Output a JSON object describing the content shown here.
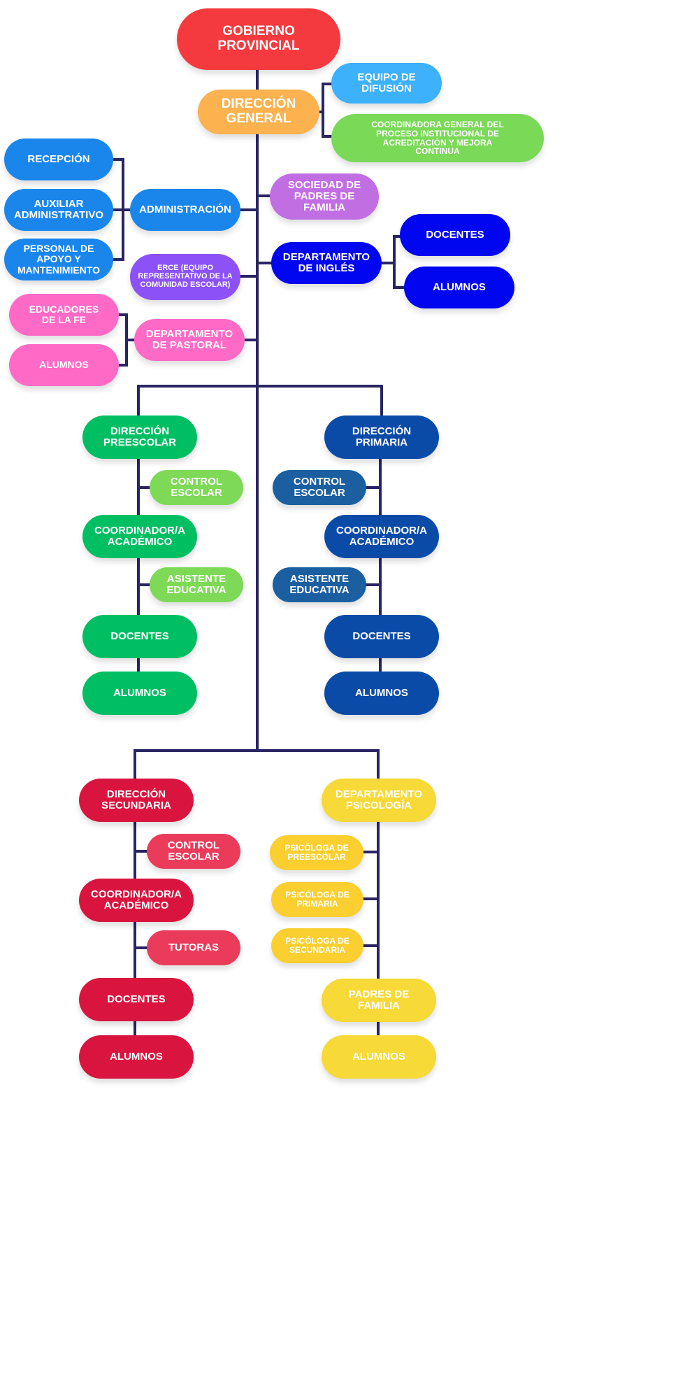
{
  "colors": {
    "line": "#2a2563",
    "red_top": "#f53a3f",
    "orange": "#fbb24f",
    "light_blue": "#3db1fb",
    "green_light": "#7ad957",
    "blue": "#1a86ec",
    "purple_light": "#c26ee3",
    "navy_blue": "#0006f0",
    "purple": "#8c52f7",
    "pink": "#ff6ac6",
    "green": "#00bf63",
    "lime": "#7ed957",
    "dark_blue": "#0b4ba8",
    "steel_blue": "#1b5fa1",
    "crimson": "#d9143e",
    "rose": "#eb3b5b",
    "yellow": "#f7d937",
    "gold": "#fbcf2f"
  },
  "nodes": {
    "gobierno_provincial": "GOBIERNO\nPROVINCIAL",
    "direccion_general": "DIRECCIÓN\nGENERAL",
    "equipo_difusion": "EQUIPO DE\nDIFUSIÓN",
    "coordinadora_general": "COORDINADORA GENERAL DEL\nPROCESO INSTITUCIONAL DE\nACREDITACIÓN Y MEJORA\nCONTINUA",
    "recepcion": "RECEPCIÓN",
    "auxiliar_administrativo": "AUXILIAR\nADMINISTRATIVO",
    "personal_apoyo": "PERSONAL DE\nAPOYO Y\nMANTENIMIENTO",
    "administracion": "ADMINISTRACIÓN",
    "sociedad_padres": "SOCIEDAD DE\nPADRES DE\nFAMILIA",
    "departamento_ingles": "DEPARTAMENTO\nDE INGLÉS",
    "ingles_docentes": "DOCENTES",
    "ingles_alumnos": "ALUMNOS",
    "erce": "ERCE (EQUIPO\nREPRESENTATIVO DE LA\nCOMUNIDAD ESCOLAR)",
    "educadores_fe": "EDUCADORES\nDE LA FE",
    "pastoral_alumnos": "ALUMNOS",
    "departamento_pastoral": "DEPARTAMENTO\nDE PASTORAL",
    "direccion_preescolar": "DIRECCIÓN\nPREESCOLAR",
    "pre_control_escolar": "CONTROL\nESCOLAR",
    "pre_coordinador": "COORDINADOR/A\nACADÉMICO",
    "pre_asistente": "ASISTENTE\nEDUCATIVA",
    "pre_docentes": "DOCENTES",
    "pre_alumnos": "ALUMNOS",
    "direccion_primaria": "DIRECCIÓN\nPRIMARIA",
    "pri_control_escolar": "CONTROL\nESCOLAR",
    "pri_coordinador": "COORDINADOR/A\nACADÉMICO",
    "pri_asistente": "ASISTENTE\nEDUCATIVA",
    "pri_docentes": "DOCENTES",
    "pri_alumnos": "ALUMNOS",
    "direccion_secundaria": "DIRECCIÓN\nSECUNDARIA",
    "sec_control_escolar": "CONTROL\nESCOLAR",
    "sec_coordinador": "COORDINADOR/A\nACADÉMICO",
    "sec_tutoras": "TUTORAS",
    "sec_docentes": "DOCENTES",
    "sec_alumnos": "ALUMNOS",
    "departamento_psicologia": "DEPARTAMENTO\nPSICOLOGÍA",
    "psicologa_preescolar": "PSICÓLOGA DE\nPREESCOLAR",
    "psicologa_primaria": "PSICÓLOGA DE\nPRIMARIA",
    "psicologa_secundaria": "PSICÓLOGA DE\nSECUNDARIA",
    "padres_familia": "PADRES DE\nFAMILIA",
    "psi_alumnos": "ALUMNOS"
  }
}
